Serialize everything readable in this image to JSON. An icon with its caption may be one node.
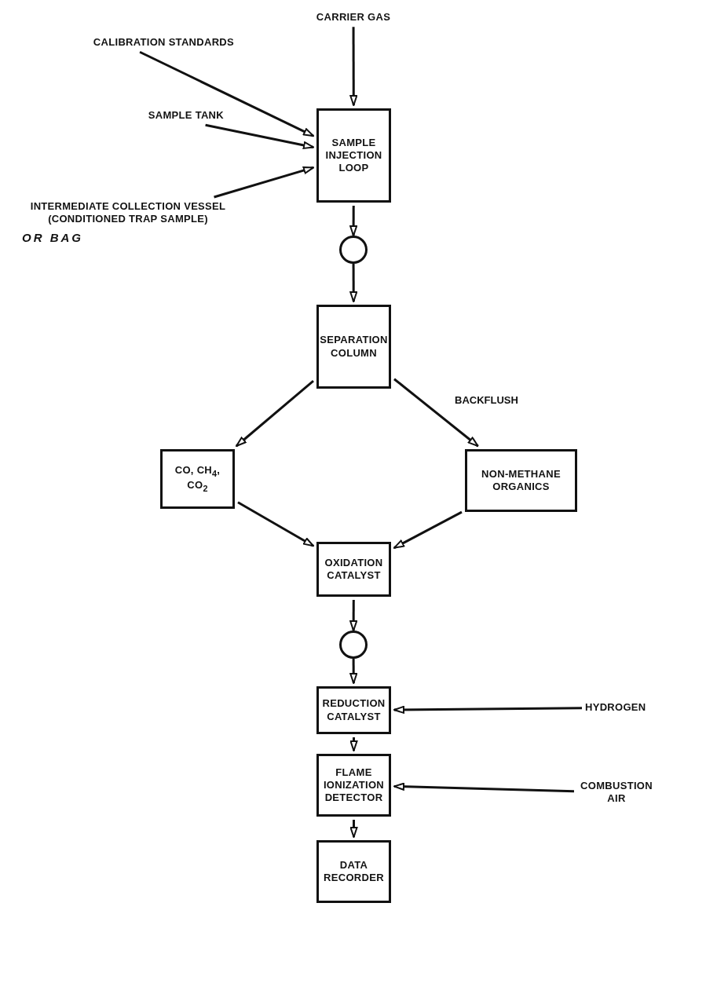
{
  "diagram": {
    "nodes": [
      {
        "text": [
          "CARRIER GAS"
        ]
      },
      {
        "text": [
          "CALIBRATION STANDARDS"
        ]
      },
      {
        "text": [
          "SAMPLE TANK"
        ]
      },
      {
        "text": [
          "INTERMEDIATE COLLECTION VESSEL (CONDITIONED TRAP SAMPLE)",
          "OR BAG"
        ]
      },
      {
        "text": [
          "SAMPLE INJECTION LOOP"
        ]
      },
      {
        "text": [],
        "shape": "circle"
      },
      {
        "text": [
          "SEPARATION COLUMN"
        ]
      },
      {
        "text": [
          "CO, CH$_{4}$, CO$_{2}$"
        ]
      },
      {
        "text": [
          "NON-METHANE ORGANICS"
        ]
      },
      {
        "text": [
          "OXIDATION CATALYST"
        ]
      },
      {
        "text": [],
        "shape": "circle"
      },
      {
        "text": [
          "REDUCTION CATALYST"
        ]
      },
      {
        "text": [
          "HYDROGEN"
        ]
      },
      {
        "text": [
          "FLAME IONIZATION DETECTOR"
        ]
      },
      {
        "text": [
          "COMBUSTION AIR"
        ]
      },
      {
        "text": [
          "DATA RECORDER"
        ]
      }
    ],
    "edges": [
      {
        "from": 0,
        "to": 4,
        "arrow": "to"
      },
      {
        "from": 1,
        "to": 4,
        "arrow": "to"
      },
      {
        "from": 2,
        "to": 4,
        "arrow": "to"
      },
      {
        "from": 3,
        "to": 4,
        "arrow": "to"
      },
      {
        "from": 4,
        "to": 5,
        "arrow": "to"
      },
      {
        "from": 5,
        "to": 6,
        "arrow": "to"
      },
      {
        "from": 6,
        "to": 7,
        "arrow": "to"
      },
      {
        "from": 6,
        "to": 8,
        "arrow": "to",
        "label": "BACKFLUSH"
      },
      {
        "from": 7,
        "to": 9,
        "arrow": "to"
      },
      {
        "from": 8,
        "to": 9,
        "arrow": "to"
      },
      {
        "from": 9,
        "to": 10,
        "arrow": "to"
      },
      {
        "from": 10,
        "to": 11,
        "arrow": "to"
      },
      {
        "from": 12,
        "to": 11,
        "arrow": "to"
      },
      {
        "from": 11,
        "to": 13,
        "arrow": "to"
      },
      {
        "from": 14,
        "to": 13,
        "arrow": "to"
      },
      {
        "from": 13,
        "to": 15,
        "arrow": "to"
      }
    ]
  }
}
